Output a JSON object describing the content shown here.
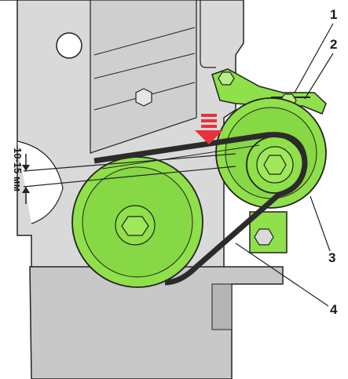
{
  "diagram": {
    "dimension_label": "10-15 мм",
    "callouts": [
      {
        "id": "1",
        "label": "1"
      },
      {
        "id": "2",
        "label": "2"
      },
      {
        "id": "3",
        "label": "3"
      },
      {
        "id": "4",
        "label": "4"
      }
    ],
    "colors": {
      "pulley": "#8fe04a",
      "pulley_dark": "#5fa82a",
      "block": "#d9d9d9",
      "block_shadow": "#bdbdbd",
      "block_dark": "#a8a8a8",
      "belt": "#2b2b2b",
      "arrow": "#e8323a",
      "outline": "#222222"
    },
    "icons": {
      "press_arrow": "down-arrow-icon"
    }
  }
}
